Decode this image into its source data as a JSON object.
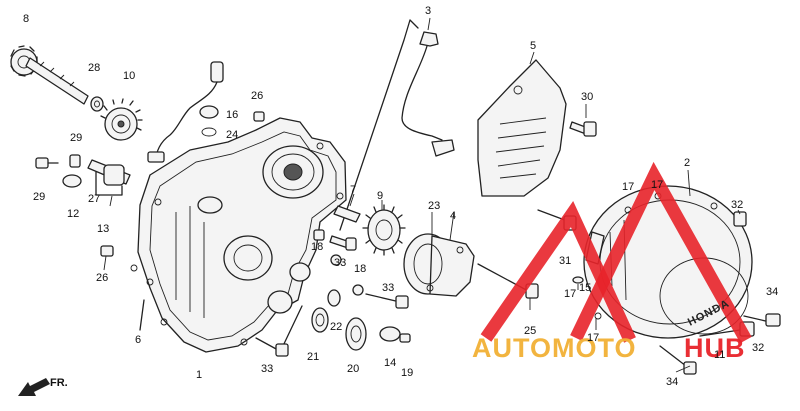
{
  "diagram": {
    "part_labels": [
      {
        "id": "p8",
        "text": "8"
      },
      {
        "id": "p28",
        "text": "28"
      },
      {
        "id": "p10",
        "text": "10"
      },
      {
        "id": "p26a",
        "text": "26"
      },
      {
        "id": "p16",
        "text": "16"
      },
      {
        "id": "p24",
        "text": "24"
      },
      {
        "id": "p29a",
        "text": "29"
      },
      {
        "id": "p29b",
        "text": "29"
      },
      {
        "id": "p12",
        "text": "12"
      },
      {
        "id": "p27",
        "text": "27"
      },
      {
        "id": "p13",
        "text": "13"
      },
      {
        "id": "p26b",
        "text": "26"
      },
      {
        "id": "p6",
        "text": "6"
      },
      {
        "id": "p1",
        "text": "1"
      },
      {
        "id": "p3",
        "text": "3"
      },
      {
        "id": "p7",
        "text": "7"
      },
      {
        "id": "p9",
        "text": "9"
      },
      {
        "id": "p18a",
        "text": "18"
      },
      {
        "id": "p33a",
        "text": "33"
      },
      {
        "id": "p18b",
        "text": "18"
      },
      {
        "id": "p33b",
        "text": "33"
      },
      {
        "id": "p22",
        "text": "22"
      },
      {
        "id": "p21",
        "text": "21"
      },
      {
        "id": "p20",
        "text": "20"
      },
      {
        "id": "p33c",
        "text": "33"
      },
      {
        "id": "p14",
        "text": "14"
      },
      {
        "id": "p19",
        "text": "19"
      },
      {
        "id": "p23",
        "text": "23"
      },
      {
        "id": "p4",
        "text": "4"
      },
      {
        "id": "p5",
        "text": "5"
      },
      {
        "id": "p30",
        "text": "30"
      },
      {
        "id": "p2",
        "text": "2"
      },
      {
        "id": "p17a",
        "text": "17"
      },
      {
        "id": "p17b",
        "text": "17"
      },
      {
        "id": "p32a",
        "text": "32"
      },
      {
        "id": "p31",
        "text": "31"
      },
      {
        "id": "p15",
        "text": "15"
      },
      {
        "id": "p17c",
        "text": "17"
      },
      {
        "id": "p25",
        "text": "25"
      },
      {
        "id": "p17d",
        "text": "17"
      },
      {
        "id": "p34a",
        "text": "34"
      },
      {
        "id": "p32b",
        "text": "32"
      },
      {
        "id": "p11",
        "text": "11"
      },
      {
        "id": "p34b",
        "text": "34"
      }
    ],
    "front_arrow_label": "FR.",
    "cover_brand": "HONDA"
  },
  "watermark": {
    "text_left": "AUTOMOTO",
    "text_right": "HUB",
    "color_red": "#e8232a",
    "color_gold": "#f2b035"
  }
}
